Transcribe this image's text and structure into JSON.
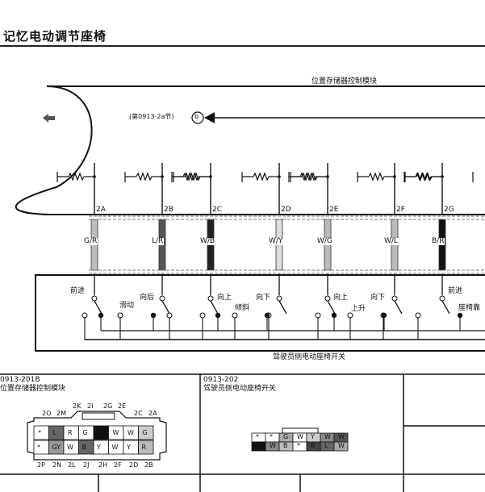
{
  "page": {
    "title": "记忆电动调节座椅"
  },
  "diagram": {
    "module_label": "位置存储器控制模块",
    "section_ref": "(第0913-2a节)",
    "connector_ref": "b",
    "switch_label": "驾驶员侧电动座椅开关",
    "pins": [
      {
        "pin": "2A",
        "wire": "G/R"
      },
      {
        "pin": "2B",
        "wire": "L/R"
      },
      {
        "pin": "2C",
        "wire": "W/B"
      },
      {
        "pin": "2D",
        "wire": "W/Y"
      },
      {
        "pin": "2E",
        "wire": "W/G"
      },
      {
        "pin": "2F",
        "wire": "W/L"
      },
      {
        "pin": "2G",
        "wire": "B/R"
      }
    ],
    "switch_texts": {
      "forward1": "前进",
      "slide": "滑动",
      "backward": "向后",
      "up1": "向上",
      "tilt": "倾斜",
      "down1": "向下",
      "up2": "向上",
      "lift": "上升",
      "down2": "向下",
      "forward2": "前进",
      "seatback": "座椅靠"
    }
  },
  "connectors": {
    "left": {
      "code": "0913-201B",
      "name": "位置存储器控制模块",
      "top_pins": [
        "2O",
        "2M",
        "2K",
        "2I",
        "2G",
        "2E",
        "2C",
        "2A"
      ],
      "bottom_pins": [
        "2P",
        "2N",
        "2L",
        "2J",
        "2H",
        "2F",
        "2D",
        "2B"
      ],
      "row1": [
        "*",
        "L",
        "R",
        "G",
        "B",
        "W",
        "W",
        "G"
      ],
      "row2": [
        "*",
        "GY",
        "W",
        "B",
        "Y",
        "W",
        "Y",
        "R"
      ]
    },
    "right": {
      "code": "0913-202",
      "name": "驾驶员侧电动座椅开关",
      "row1": [
        "*",
        "*",
        "G",
        "W",
        "Y",
        "W",
        "W"
      ],
      "row2": [
        "B",
        "W",
        "B",
        "*",
        "B",
        "L",
        "W"
      ]
    }
  },
  "colors": {
    "line": "#111111",
    "rule": "#222222"
  }
}
